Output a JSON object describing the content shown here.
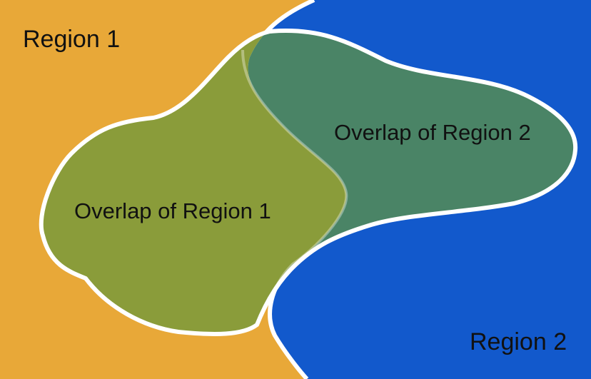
{
  "regions": {
    "region1": {
      "label": "Region 1",
      "color": "#E8A838"
    },
    "region2": {
      "label": "Region 2",
      "color": "#1259CC"
    }
  },
  "overlaps": {
    "overlap1": {
      "label": "Overlap of Region 1",
      "color": "#8A9C3A"
    },
    "overlap2": {
      "label": "Overlap of Region 2",
      "color": "#4A8466"
    }
  },
  "style": {
    "outline_color": "#FFFFFF",
    "text_color": "#111111",
    "background": "#FFFFFF"
  }
}
